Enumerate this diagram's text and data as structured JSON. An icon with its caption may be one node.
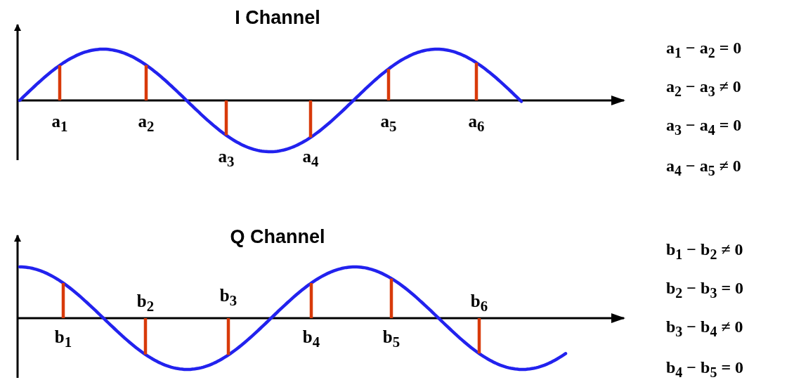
{
  "diagram": {
    "labels": [
      "I Channel",
      "a$_{1}$",
      "a$_{2}$",
      "a$_{3}$",
      "a$_{4}$",
      "a$_{5}$",
      "a$_{6}$",
      "a$_{1}$ − a$_{2}$ = 0",
      "a$_{2}$ − a$_{3}$ ≠ 0",
      "a$_{3}$ − a$_{4}$ = 0",
      "a$_{4}$ − a$_{5}$ ≠ 0",
      "Q Channel",
      "b$_{1}$",
      "b$_{2}$",
      "b$_{3}$",
      "b$_{4}$",
      "b$_{5}$",
      "b$_{6}$",
      "b$_{1}$ − b$_{2}$ ≠ 0",
      "b$_{2}$ − b$_{3}$ = 0",
      "b$_{3}$ − b$_{4}$ ≠ 0",
      "b$_{4}$ − b$_{5}$ = 0"
    ]
  }
}
